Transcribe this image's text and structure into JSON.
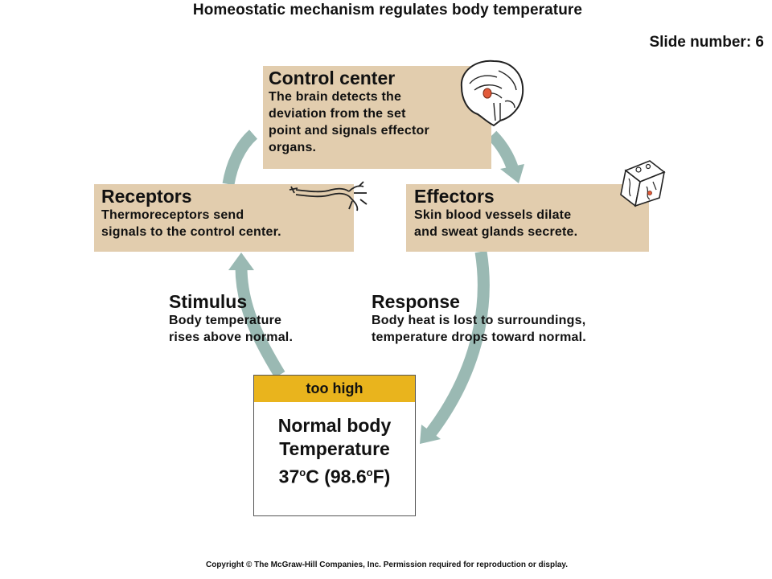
{
  "header": {
    "title": "Homeostatic mechanism regulates body temperature",
    "slide_label": "Slide number: 6"
  },
  "control_center": {
    "title": "Control center",
    "lines": [
      "The brain detects the",
      "deviation from the set",
      "point and signals effector",
      "organs."
    ]
  },
  "receptors": {
    "title": "Receptors",
    "lines": [
      "Thermoreceptors send",
      "signals to the control center."
    ]
  },
  "effectors": {
    "title": "Effectors",
    "lines": [
      "Skin blood vessels dilate",
      "and sweat glands secrete."
    ]
  },
  "stimulus": {
    "title": "Stimulus",
    "lines": [
      "Body temperature",
      "rises above normal."
    ]
  },
  "response": {
    "title": "Response",
    "lines": [
      "Body heat is lost to surroundings,",
      "temperature drops toward normal."
    ]
  },
  "normal": {
    "banner": "too high",
    "line1": "Normal body",
    "line2": "Temperature",
    "temp_c": "37",
    "deg1": "o",
    "temp_c_unit": "C (98.6",
    "deg2": "o",
    "temp_f_unit": "F)"
  },
  "footer": {
    "copyright": "Copyright © The McGraw-Hill Companies, Inc. Permission required for reproduction or display."
  },
  "colors": {
    "arrow": "#9ab9b3",
    "box": "#e2cdae",
    "banner": "#e9b41d"
  },
  "icons": [
    "brain-icon",
    "neuron-icon",
    "skin-section-icon"
  ]
}
